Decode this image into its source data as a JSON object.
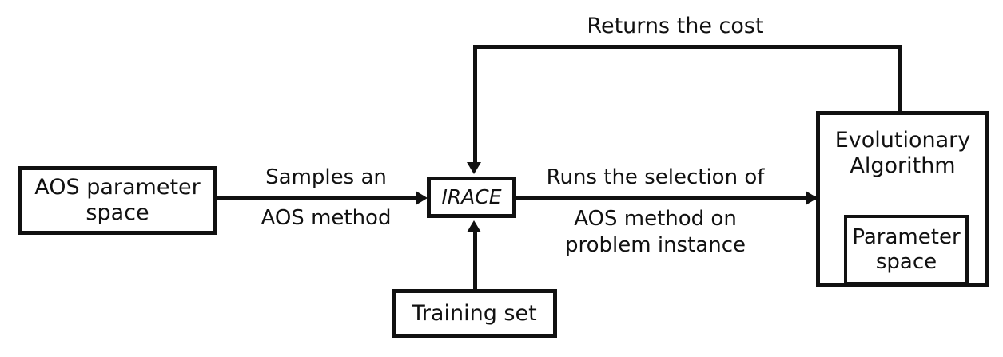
{
  "diagram": {
    "title": "IRACE AOS tuning workflow",
    "background_color": "#ffffff",
    "stroke_color": "#111111",
    "nodes": {
      "aos_parameter_space": "AOS parameter\nspace",
      "irace": "IRACE",
      "training_set": "Training set",
      "evolutionary_algorithm": "Evolutionary\nAlgorithm",
      "parameter_space": "Parameter\nspace"
    },
    "edge_labels": {
      "samples_line1": "Samples an",
      "samples_line2": "AOS method",
      "runs_line1": "Runs the selection of",
      "runs_rest": "AOS method on\nproblem instance",
      "returns_cost": "Returns the cost"
    }
  }
}
